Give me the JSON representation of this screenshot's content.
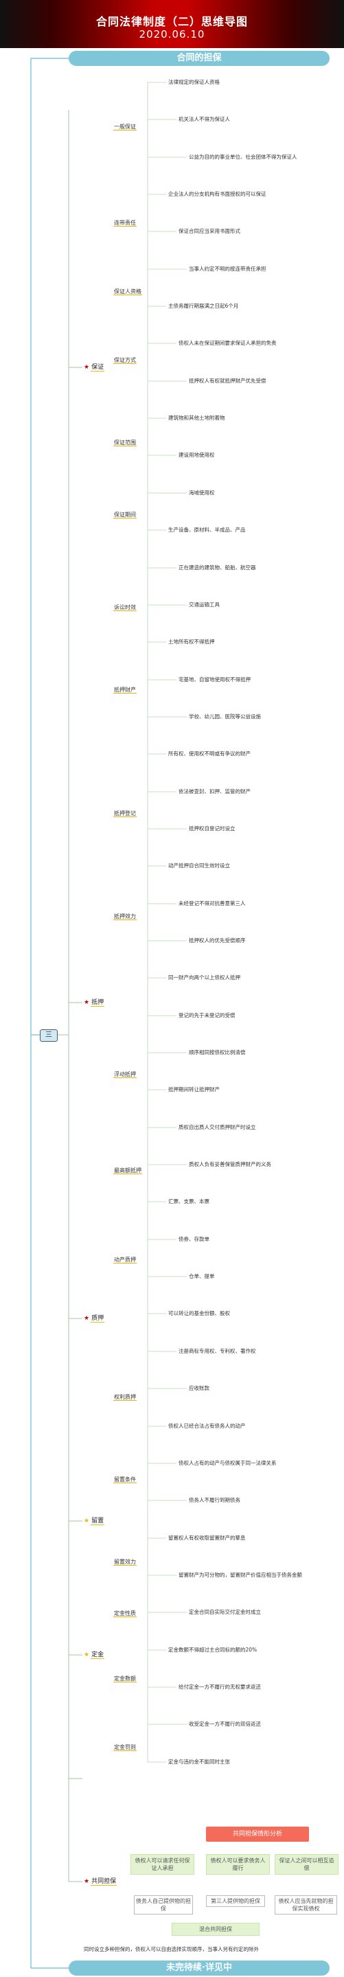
{
  "header": {
    "title": "合同法律制度（二）思维导图",
    "date": "2020.06.10"
  },
  "top_pill": "合同的担保",
  "bottom_pill": "未完待续·详见中",
  "root": "三",
  "branches": {
    "guarantee": "保证",
    "guarantee_children": {
      "general": "一般保证",
      "joint": "连带责任",
      "qualification": "保证人资格",
      "form": "保证方式",
      "scope": "保证范围",
      "period": "保证期间",
      "limitation": "诉讼时效"
    },
    "lien": "抵押",
    "lien_children": {
      "property": "抵押财产",
      "registration": "抵押登记",
      "effect": "抵押效力",
      "floating": "浮动抵押",
      "maximum": "最高额抵押"
    },
    "pledge": "质押",
    "pledge_children": {
      "movable": "动产质押",
      "rights": "权利质押"
    },
    "retention": "留置",
    "retention_children": {
      "conditions": "留置条件",
      "effect": "留置效力"
    },
    "deposit": "定金",
    "deposit_children": {
      "nature": "定金性质",
      "amount": "定金数额",
      "penalty": "定金罚则"
    },
    "co_guarantee": "共同担保"
  },
  "leaf_samples": [
    "法律规定的保证人资格",
    "机关法人不得为保证人",
    "公益为目的的事业单位、社会团体不得为保证人",
    "企业法人的分支机构有书面授权的可以保证",
    "保证合同应当采用书面形式",
    "当事人约定不明的按连带责任承担",
    "主债务履行期届满之日起6个月",
    "债权人未在保证期间要求保证人承担的免责",
    "抵押权人有权就抵押财产优先受偿",
    "建筑物和其他土地附着物",
    "建设用地使用权",
    "海域使用权",
    "生产设备、原材料、半成品、产品",
    "正在建造的建筑物、船舶、航空器",
    "交通运输工具",
    "土地所有权不得抵押",
    "宅基地、自留地使用权不得抵押",
    "学校、幼儿园、医院等公益设施",
    "所有权、使用权不明或有争议的财产",
    "依法被查封、扣押、监管的财产",
    "抵押权自登记时设立",
    "动产抵押自合同生效时设立",
    "未经登记不得对抗善意第三人",
    "抵押权人的优先受偿顺序",
    "同一财产向两个以上债权人抵押",
    "登记的先于未登记的受偿",
    "顺序相同按债权比例清偿",
    "抵押期间转让抵押财产",
    "质权自出质人交付质押财产时设立",
    "质权人负有妥善保管质押财产的义务",
    "汇票、支票、本票",
    "债券、存款单",
    "仓单、提单",
    "可以转让的基金份额、股权",
    "注册商标专用权、专利权、著作权",
    "应收账款",
    "债权人已经合法占有债务人的动产",
    "债权人占有的动产与债权属于同一法律关系",
    "债务人不履行到期债务",
    "留置权人有权收取留置财产的孳息",
    "留置财产为可分物的，留置财产价值应相当于债务金额",
    "定金合同自实际交付定金时成立",
    "定金数额不得超过主合同标的额的20%",
    "给付定金一方不履行的无权要求返还",
    "收受定金一方不履行的双倍返还",
    "定金与违约金不能同时主张"
  ],
  "bottom_section": {
    "red_box": "共同担保情形分析",
    "boxes": [
      "债权人可以请求任何保证人承担",
      "债权人可以要求债务人履行",
      "保证人之间可以相互追偿",
      "债务人自己提供物的担保",
      "第三人提供物的担保",
      "债权人应当先就物的担保实现债权",
      "混合共同担保"
    ],
    "footer_text": "同时设立多种担保的，债权人可以自由选择实现顺序，当事人另有约定的除外"
  }
}
